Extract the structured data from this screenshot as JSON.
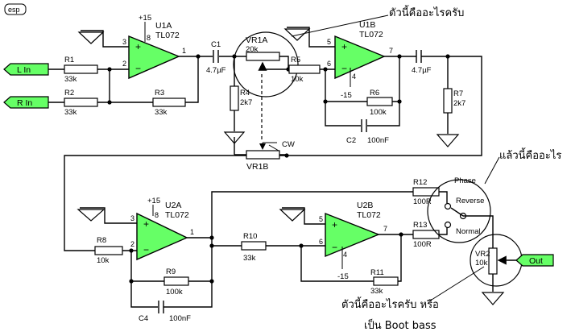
{
  "logo": "esp",
  "ports": {
    "left_in": "L In",
    "right_in": "R In",
    "out": "Out"
  },
  "opamps": {
    "u1a": {
      "ref": "U1A",
      "part": "TL072",
      "supply": "+15",
      "pin_in_plus": "3",
      "pin_in_minus": "2",
      "pin_out": "1",
      "pin_vplus": "8"
    },
    "u1b": {
      "ref": "U1B",
      "part": "TL072",
      "supply": "-15",
      "pin_in_plus": "5",
      "pin_in_minus": "6",
      "pin_out": "7",
      "pin_vminus": "4"
    },
    "u2a": {
      "ref": "U2A",
      "part": "TL072",
      "supply": "+15",
      "pin_in_plus": "3",
      "pin_in_minus": "2",
      "pin_out": "1",
      "pin_vplus": "8"
    },
    "u2b": {
      "ref": "U2B",
      "part": "TL072",
      "supply": "-15",
      "pin_in_plus": "5",
      "pin_in_minus": "6",
      "pin_out": "7",
      "pin_vminus": "4"
    }
  },
  "resistors": {
    "r1": {
      "ref": "R1",
      "value": "33k"
    },
    "r2": {
      "ref": "R2",
      "value": "33k"
    },
    "r3": {
      "ref": "R3",
      "value": "33k"
    },
    "r4": {
      "ref": "R4",
      "value": "2k7"
    },
    "r5": {
      "ref": "R5",
      "value": "10k"
    },
    "r6": {
      "ref": "R6",
      "value": "100k"
    },
    "r7": {
      "ref": "R7",
      "value": "2k7"
    },
    "r8": {
      "ref": "R8",
      "value": "10k"
    },
    "r9": {
      "ref": "R9",
      "value": "100k"
    },
    "r10": {
      "ref": "R10",
      "value": "33k"
    },
    "r11": {
      "ref": "R11",
      "value": "33k"
    },
    "r12": {
      "ref": "R12",
      "value": "100R"
    },
    "r13": {
      "ref": "R13",
      "value": "100R"
    }
  },
  "capacitors": {
    "c1": {
      "ref": "C1",
      "value": "4.7µF"
    },
    "c2": {
      "ref": "C2",
      "value": "100nF"
    },
    "c3": {
      "value": "4.7µF"
    },
    "c4": {
      "ref": "C4",
      "value": "100nF"
    }
  },
  "pots": {
    "vr1a": {
      "ref": "VR1A",
      "value": "20k"
    },
    "vr1b": {
      "ref": "VR1B",
      "cw_label": "CW"
    },
    "vr2": {
      "ref": "VR2",
      "value": "10k"
    }
  },
  "switch": {
    "label": "Phase",
    "pos_reverse": "Reverse",
    "pos_normal": "Normal"
  },
  "notes": {
    "top": "ตัวนี้คืออะไรครับ",
    "middle": "แล้วนี้คืออะไร",
    "bottom_line1": "ตัวนี้คืออะไรครับ หรือ",
    "bottom_line2": "เป็น Boot bass"
  }
}
